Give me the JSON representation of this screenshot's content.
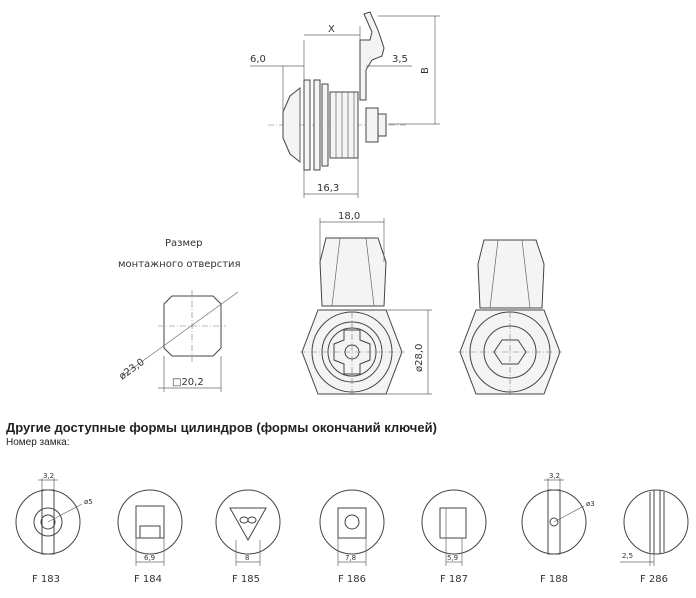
{
  "drawing": {
    "dimensions": {
      "x": "X",
      "six": "6,0",
      "three_five": "3,5",
      "b": "B",
      "sixteen_three": "16,3",
      "eighteen": "18,0",
      "twenty_eight": "ø28,0",
      "twenty_three": "ø23,0",
      "twenty_two": "□20,2"
    },
    "mount_label": {
      "line1": "Размер",
      "line2": "монтажного отверстия"
    }
  },
  "heading": "Другие доступные формы цилиндров (формы окончаний ключей)",
  "subheading": "Номер замка:",
  "cylinders": [
    {
      "id": "F 183",
      "dim1": "3,2",
      "dim2": "ø5"
    },
    {
      "id": "F 184",
      "dim1": "6,9"
    },
    {
      "id": "F 185",
      "dim1": "8"
    },
    {
      "id": "F 186",
      "dim1": "7,8"
    },
    {
      "id": "F 187",
      "dim1": "5,9"
    },
    {
      "id": "F 188",
      "dim1": "3,2",
      "dim2": "ø3"
    },
    {
      "id": "F 286",
      "dim1": "2,5"
    }
  ]
}
